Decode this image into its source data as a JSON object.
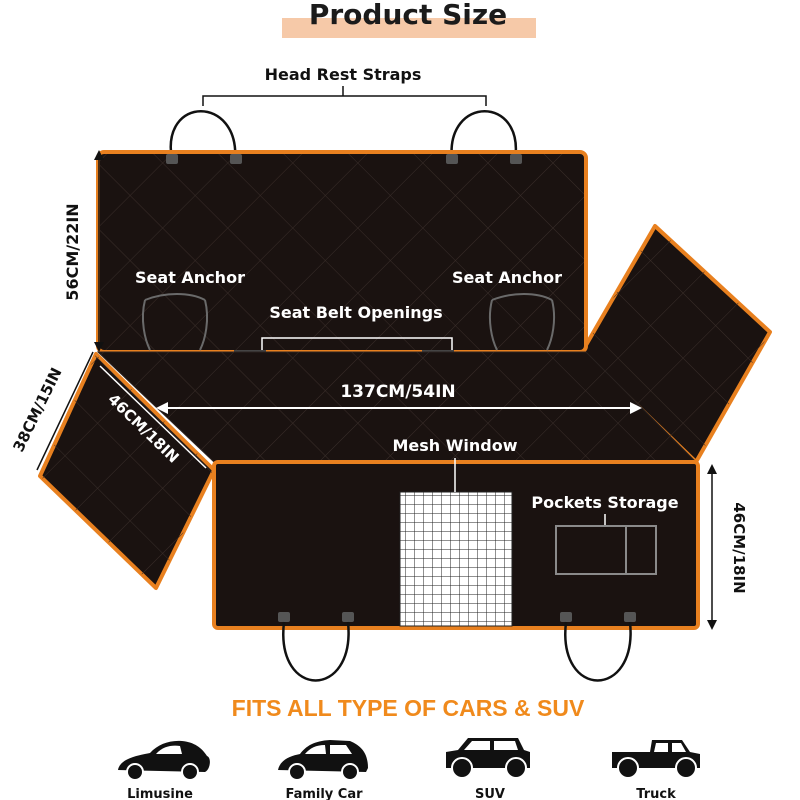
{
  "title": "Product Size",
  "labels": {
    "head_rest_straps": "Head Rest Straps",
    "seat_anchor_left": "Seat Anchor",
    "seat_anchor_right": "Seat Anchor",
    "seat_belt_openings": "Seat Belt Openings",
    "mesh_window": "Mesh Window",
    "pockets_storage": "Pockets Storage"
  },
  "dimensions": {
    "back_height": "56CM/22IN",
    "width": "137CM/54IN",
    "side_flap_width": "38CM/15IN",
    "side_flap_length": "46CM/18IN",
    "front_height": "46CM/18IN"
  },
  "fits_text": "FITS ALL TYPE OF CARS & SUV",
  "vehicles": [
    {
      "name": "Limusine",
      "icon": "sedan-car-icon"
    },
    {
      "name": "Family Car",
      "icon": "station-wagon-icon"
    },
    {
      "name": "SUV",
      "icon": "suv-icon"
    },
    {
      "name": "Truck",
      "icon": "pickup-truck-icon"
    }
  ],
  "colors": {
    "cover": "#1a1210",
    "trim": "#e8801f",
    "title_highlight": "#f6c9a8",
    "fits_text": "#f08a1c"
  }
}
